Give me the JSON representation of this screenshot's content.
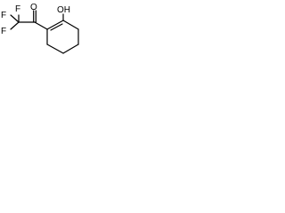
{
  "molecule": {
    "atoms": {
      "fluorine_1": "F",
      "fluorine_2": "F",
      "fluorine_3": "F",
      "carbonyl_oxygen": "O",
      "hydroxyl_group": "OH"
    }
  }
}
